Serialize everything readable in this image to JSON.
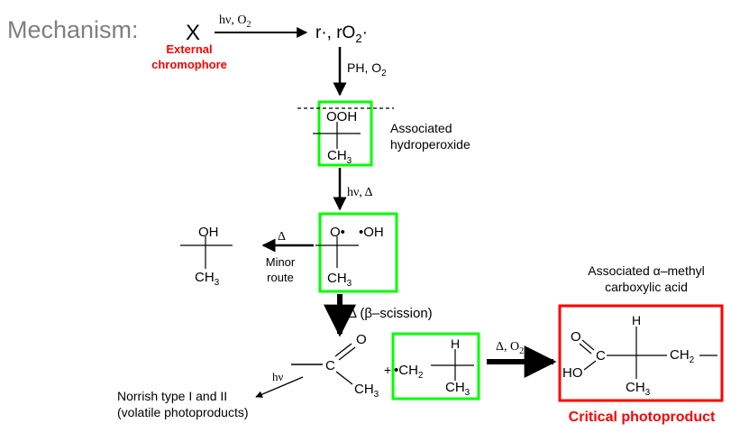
{
  "title": "Mechanism:",
  "step1": {
    "reactant": "X",
    "reactant_label_1": "External",
    "reactant_label_2": "chromophore",
    "conditions_pre": "hν, O",
    "conditions_sub": "2",
    "product_pre": "r·, rO",
    "product_sub": "2",
    "product_post": "·"
  },
  "step2": {
    "conditions_pre": "PH, O",
    "conditions_sub": "2"
  },
  "hydroperoxide": {
    "group_top": "OOH",
    "group_bottom": "CH",
    "group_bottom_sub": "3",
    "label_1": "Associated",
    "label_2": "hydroperoxide"
  },
  "step3": {
    "conditions": "hν, Δ"
  },
  "radicals": {
    "alkoxy": "O•",
    "hydroxyl": "•OH",
    "group_bottom": "CH",
    "group_bottom_sub": "3"
  },
  "alcohol": {
    "group_top": "OH",
    "group_bottom": "CH",
    "group_bottom_sub": "3",
    "conditions": "Δ",
    "label_1": "Minor",
    "label_2": "route"
  },
  "step4": {
    "conditions": "Δ (β–scission)"
  },
  "ketone": {
    "carbon": "C",
    "oxygen": "O",
    "methyl": "CH",
    "methyl_sub": "3",
    "hv": "hν",
    "norrish_1": "Norrish type I and II",
    "norrish_2": "(volatile photoproducts)"
  },
  "alkyl_radical": {
    "plus": "+",
    "ch2_pre": "•CH",
    "ch2_sub": "2",
    "h": "H",
    "ch3": "CH",
    "ch3_sub": "3"
  },
  "step5": {
    "conditions_pre": "Δ, O",
    "conditions_sub": "2"
  },
  "acid": {
    "label_1": "Associated α–methyl",
    "label_2": "carboxylic acid",
    "o": "O",
    "c": "C",
    "ho": "HO",
    "h": "H",
    "ch2_pre": "CH",
    "ch2_sub": "2",
    "ch3_pre": "CH",
    "ch3_sub": "3",
    "critical": "Critical photoproduct"
  },
  "colors": {
    "text": "#000000",
    "title": "#7f7f7f",
    "highlight_red": "#ff0000",
    "box_green": "#00ff00",
    "box_red": "#ff0000"
  }
}
